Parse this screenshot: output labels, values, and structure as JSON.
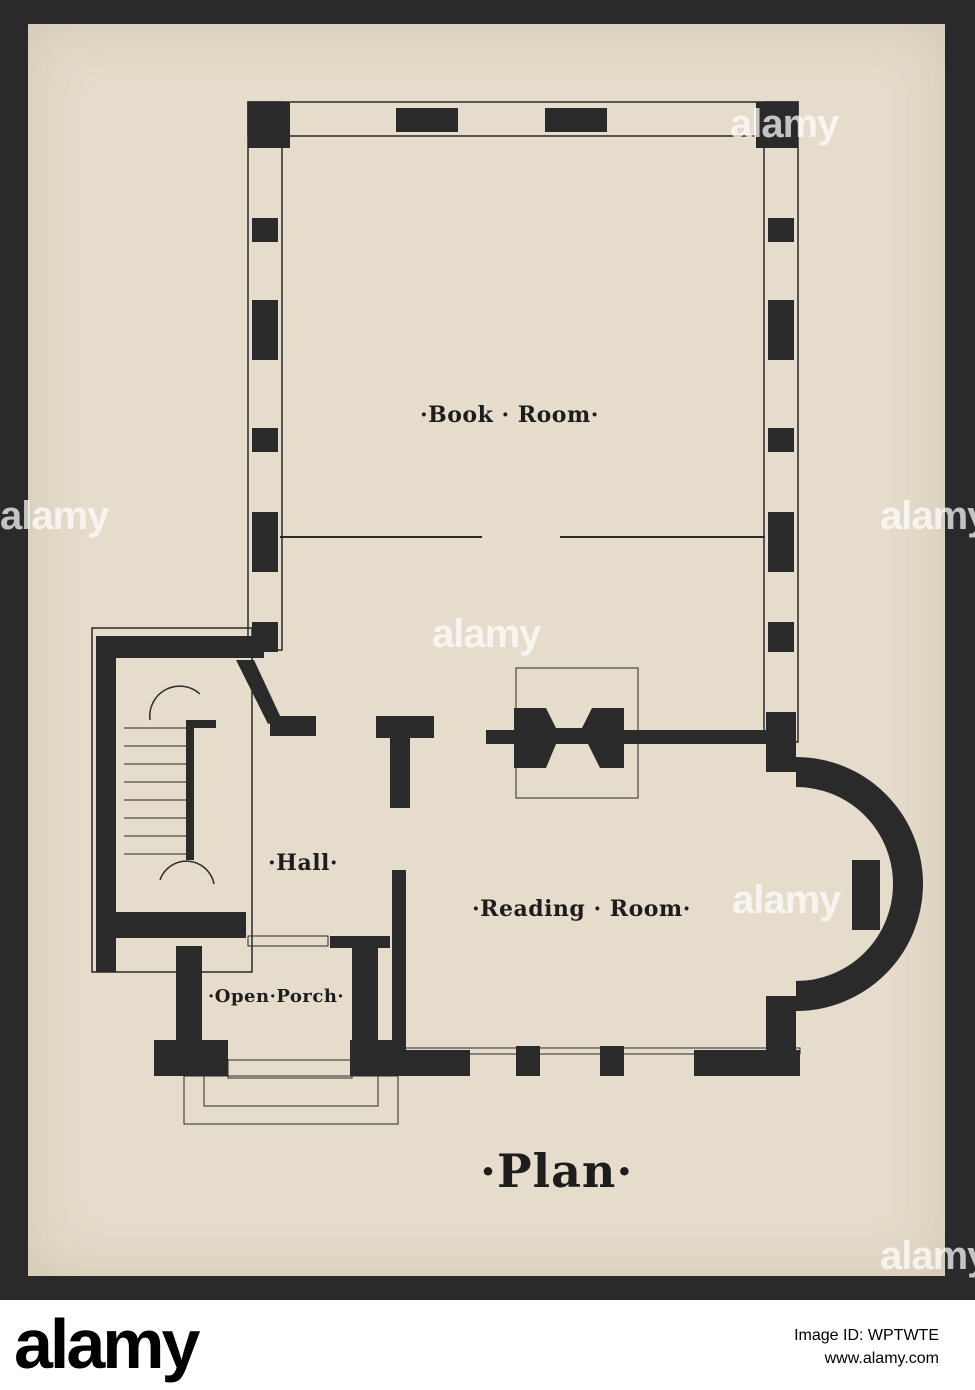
{
  "drawing": {
    "title": "·Plan·",
    "rooms": {
      "book_room": "·Book · Room·",
      "hall": "·Hall·",
      "reading_room": "·Reading · Room·",
      "open_porch": "·Open·Porch·"
    },
    "ink_color": "#2a2a2a",
    "paper_color": "#e5dccb"
  },
  "watermark": {
    "text": "alamy"
  },
  "footer": {
    "brand": "alamy",
    "image_id": "Image ID: WPTWTE",
    "site": "www.alamy.com"
  }
}
